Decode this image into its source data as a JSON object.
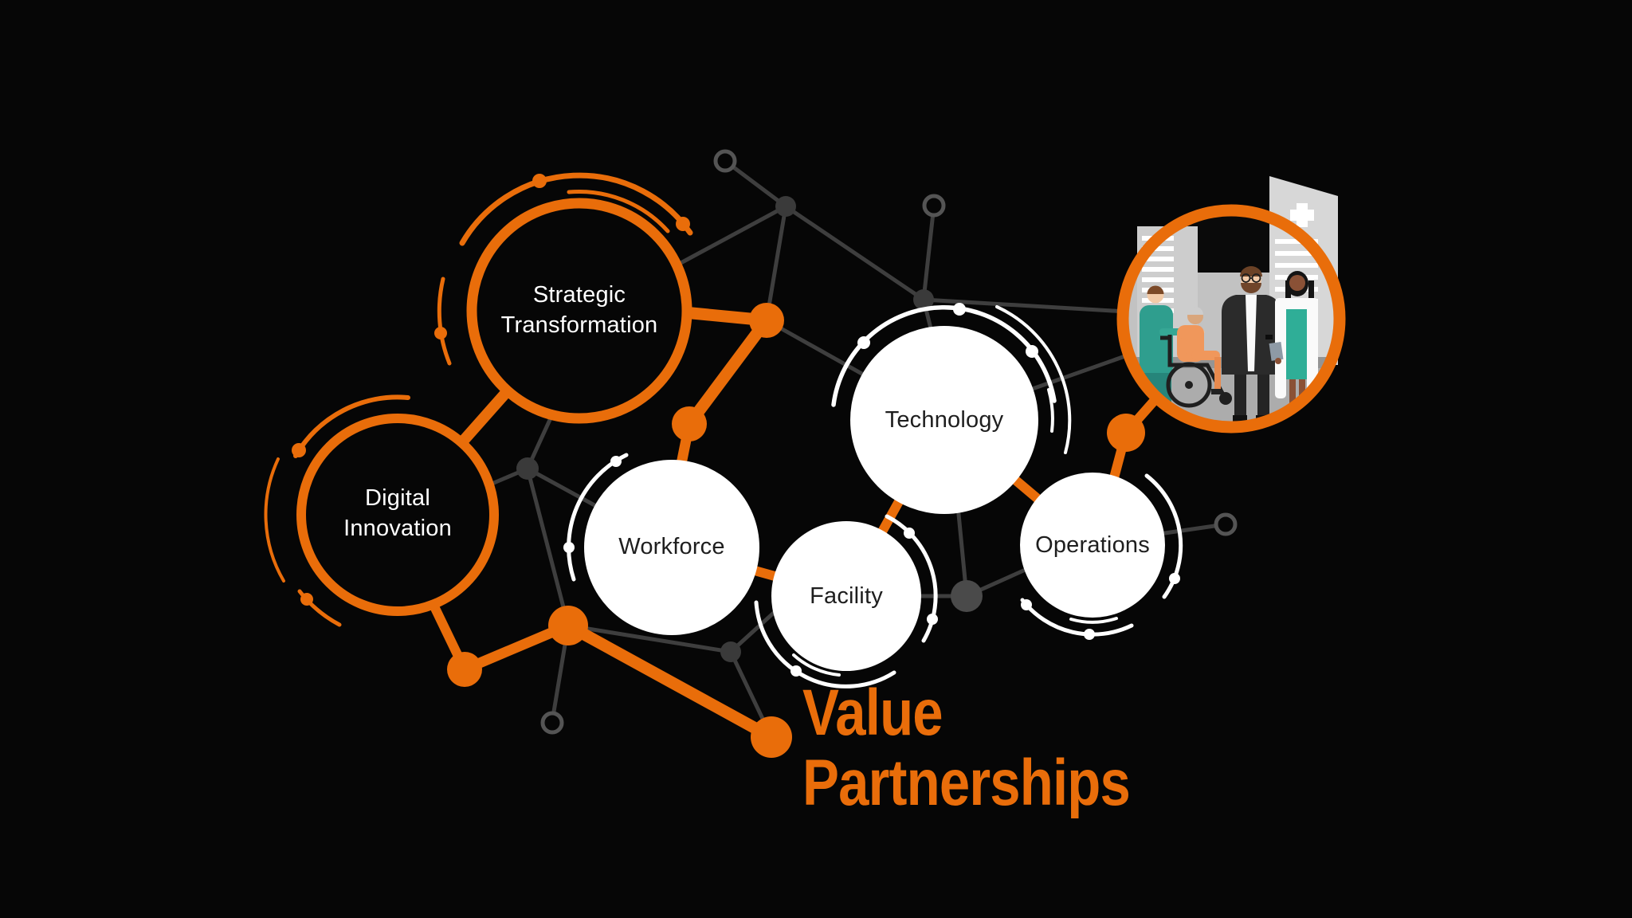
{
  "palette": {
    "bg": "#060606",
    "orange": "#E96D0A",
    "white": "#FFFFFF",
    "label_dark": "#1E1E1E",
    "gray_line": "#3E3E3E",
    "gray_node": "#3A3A3A",
    "gray_ring": "#545454"
  },
  "title": {
    "line1": "Value",
    "line2": "Partnerships"
  },
  "diagram": {
    "type": "network",
    "nodes": [
      {
        "id": "strategic-transformation",
        "lines": [
          "Strategic",
          "Transformation"
        ],
        "style": "orange-outline"
      },
      {
        "id": "digital-innovation",
        "lines": [
          "Digital",
          "Innovation"
        ],
        "style": "orange-outline"
      },
      {
        "id": "technology",
        "lines": [
          "Technology"
        ],
        "style": "white-solid"
      },
      {
        "id": "workforce",
        "lines": [
          "Workforce"
        ],
        "style": "white-solid"
      },
      {
        "id": "facility",
        "lines": [
          "Facility"
        ],
        "style": "white-solid"
      },
      {
        "id": "operations",
        "lines": [
          "Operations"
        ],
        "style": "white-solid"
      },
      {
        "id": "healthcare-illustration",
        "lines": [],
        "style": "image-circle"
      }
    ],
    "edges": [
      [
        "strategic-transformation",
        "digital-innovation"
      ],
      [
        "strategic-transformation",
        "workforce"
      ],
      [
        "digital-innovation",
        "value-partnerships-anchor"
      ],
      [
        "workforce",
        "value-partnerships-anchor"
      ],
      [
        "workforce",
        "facility"
      ],
      [
        "facility",
        "technology"
      ],
      [
        "technology",
        "operations"
      ],
      [
        "operations",
        "healthcare-illustration"
      ]
    ]
  }
}
